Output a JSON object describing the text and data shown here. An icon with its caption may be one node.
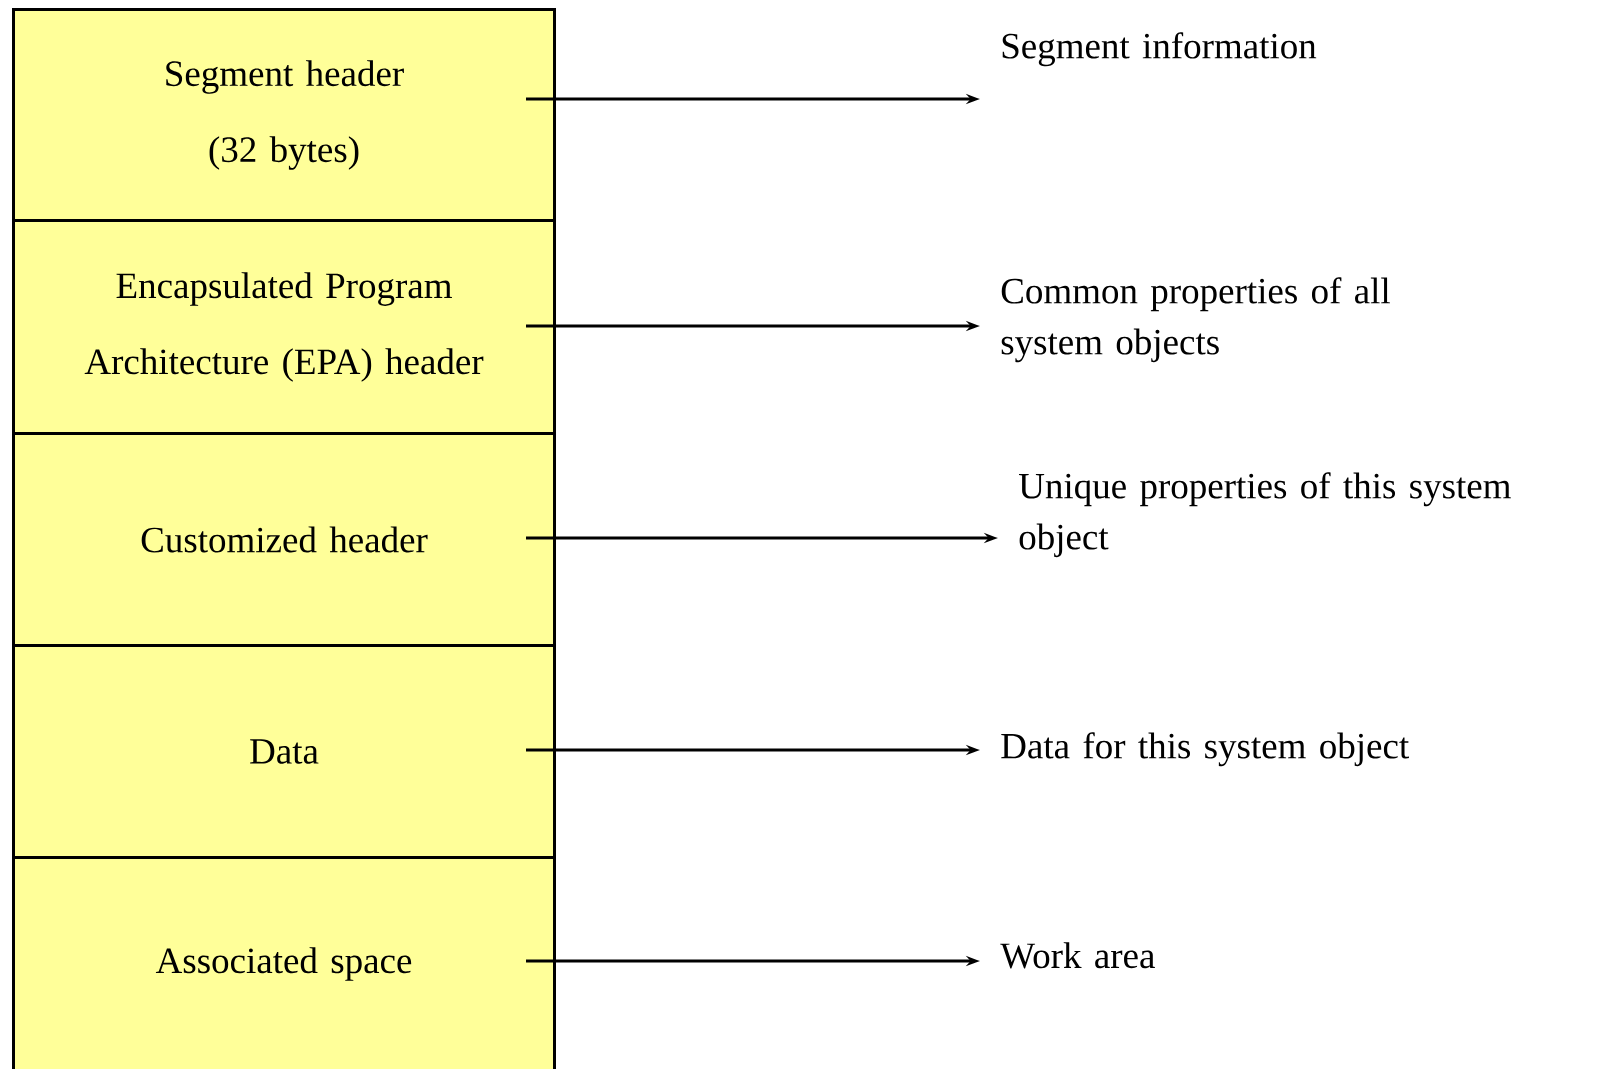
{
  "diagram": {
    "nodes": [
      {
        "text": [
          "Segment header (32 bytes)"
        ]
      },
      {
        "text": [
          "Encapsulated Program Architecture (EPA) header"
        ]
      },
      {
        "text": [
          "Customized header"
        ]
      },
      {
        "text": [
          "Data"
        ]
      },
      {
        "text": [
          "Associated space"
        ]
      },
      {
        "text": [
          "Segment information"
        ]
      },
      {
        "text": [
          "Common properties of all system objects"
        ]
      },
      {
        "text": [
          "Unique properties of this system object"
        ]
      },
      {
        "text": [
          "Data for this system object"
        ]
      },
      {
        "text": [
          "Work area"
        ]
      }
    ],
    "edges": [
      {
        "from": 0,
        "to": 5,
        "arrow": "to"
      },
      {
        "from": 1,
        "to": 6,
        "arrow": "to"
      },
      {
        "from": 2,
        "to": 7,
        "arrow": "to"
      },
      {
        "from": 3,
        "to": 8,
        "arrow": "to"
      },
      {
        "from": 4,
        "to": 9,
        "arrow": "to"
      }
    ]
  }
}
